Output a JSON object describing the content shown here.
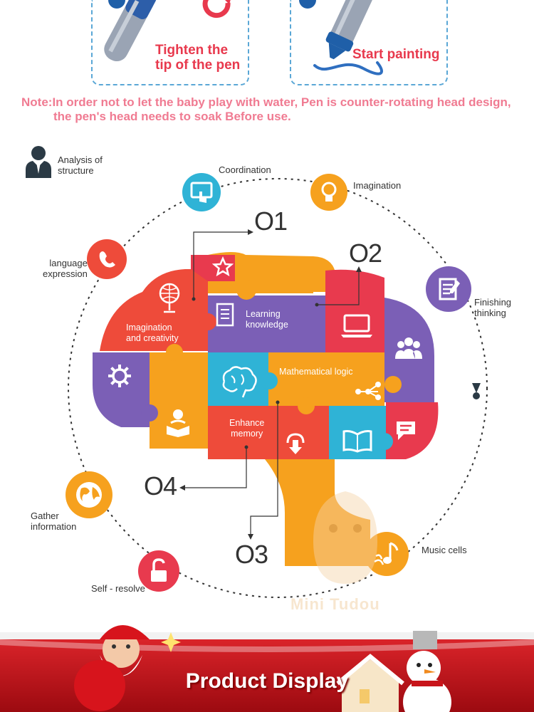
{
  "steps": {
    "tighten": {
      "line1": "Tighten the",
      "line2": "tip of the pen"
    },
    "paint": {
      "label": "Start painting"
    }
  },
  "note": {
    "line1": "Note:In order not to let the baby play with water, Pen is counter-rotating head design,",
    "line2": "the pen's head needs to soak Before use."
  },
  "analysis": {
    "line1": "Analysis of",
    "line2": "structure"
  },
  "circle_labels": {
    "coordination": "Coordination",
    "imagination": "Imagination",
    "language_1": "language",
    "language_2": "expression",
    "finishing_1": "Finishing",
    "finishing_2": "thinking",
    "gather_1": "Gather",
    "gather_2": "information",
    "self_resolve": "Self - resolve",
    "music": "Music cells"
  },
  "numbers": {
    "n1": "O1",
    "n2": "O2",
    "n3": "O3",
    "n4": "O4"
  },
  "brain": {
    "imag_creat_1": "Imagination",
    "imag_creat_2": "and creativity",
    "learning_1": "Learning",
    "learning_2": "knowledge",
    "math": "Mathematical logic",
    "enhance_1": "Enhance",
    "enhance_2": "memory"
  },
  "watermark": "Mini Tudou",
  "banner": {
    "title": "Product Display"
  },
  "colors": {
    "accent_red": "#e8394d",
    "note_pink": "#f07b92",
    "orange": "#f6a11e",
    "purple": "#7b5fb6",
    "teal": "#2fb3d6",
    "banner_red": "#c8141a"
  }
}
